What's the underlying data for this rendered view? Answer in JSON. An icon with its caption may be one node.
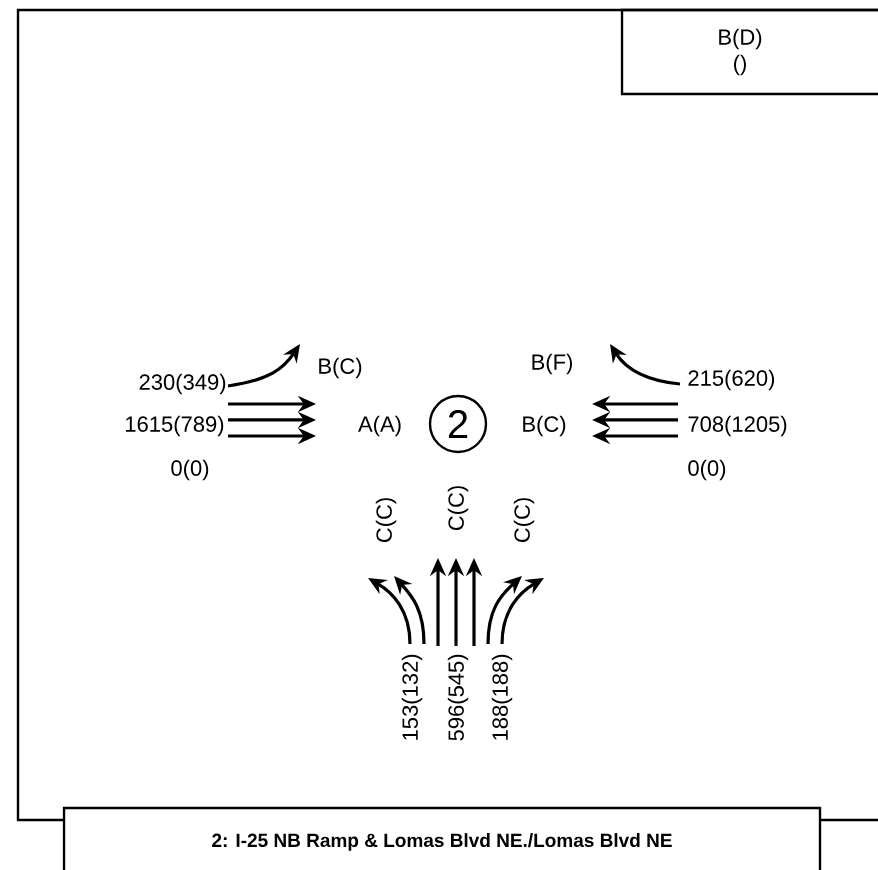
{
  "diagram": {
    "nodes": [
      {
        "text": [
          "B(D)",
          "()"
        ]
      },
      {
        "text": [
          "2"
        ]
      },
      {
        "text": [
          "2: I-25 NB Ramp & Lomas Blvd NE./Lomas Blvd NE"
        ]
      }
    ],
    "labels": [
      "B(C)",
      "B(F)",
      "230(349)",
      "215(620)",
      "1615(789)",
      "A(A)",
      "B(C)",
      "708(1205)",
      "0(0)",
      "0(0)",
      "C(C)",
      "C(C)",
      "C(C)",
      "153(132)",
      "596(545)",
      "188(188)"
    ]
  }
}
